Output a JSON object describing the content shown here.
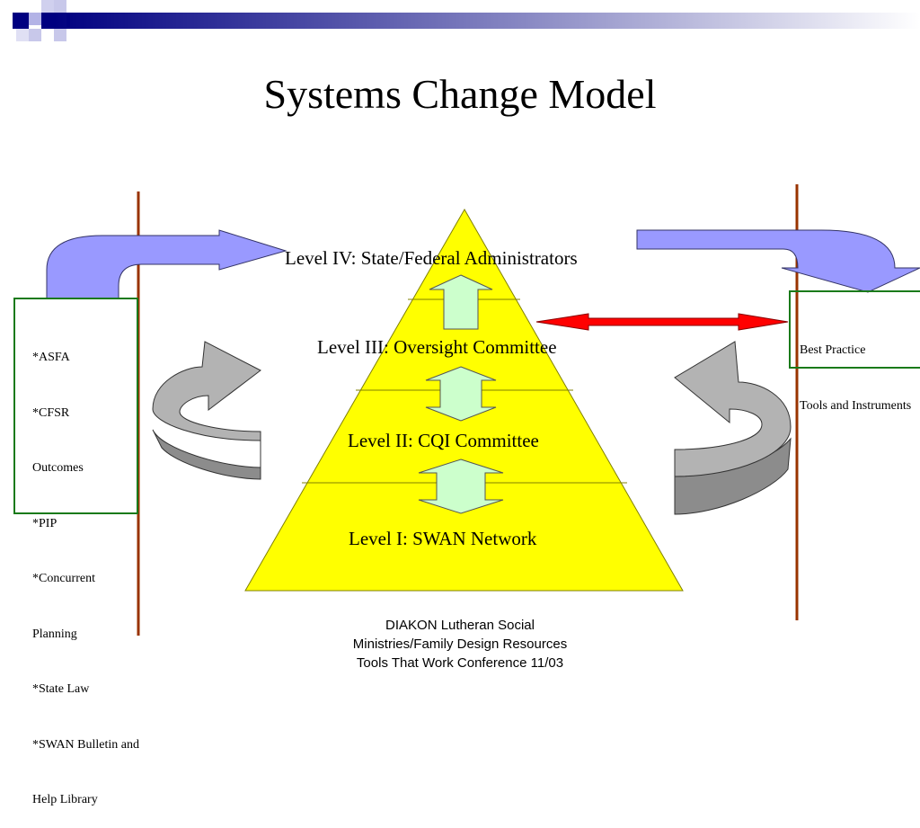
{
  "title": "Systems Change Model",
  "levels": {
    "level4": "Level IV: State/Federal Administrators",
    "level3": "Level III: Oversight Committee",
    "level2": "Level II: CQI Committee",
    "level1": "Level I: SWAN Network"
  },
  "left_box": {
    "lines": [
      "*ASFA",
      "*CFSR",
      "Outcomes",
      "*PIP",
      "*Concurrent",
      "Planning",
      "*State Law",
      "*SWAN Bulletin and",
      "Help Library"
    ]
  },
  "right_box": {
    "lines": [
      "Best Practice",
      "Tools and Instruments"
    ]
  },
  "footer": {
    "line1": "DIAKON Lutheran Social",
    "line2": "Ministries/Family Design Resources",
    "line3": "Tools That Work Conference 11/03"
  },
  "colors": {
    "pyramid": "#ffff00",
    "blue_arrow": "#9999ff",
    "gray_arrow": "#b3b3b3",
    "green_arrow": "#ccffcc",
    "red_arrow": "#ff0000",
    "box_border": "#1a7a1a",
    "vertical_line": "#993300",
    "header_blue": "#000080"
  },
  "icons": [
    "header-decoration-squares"
  ]
}
